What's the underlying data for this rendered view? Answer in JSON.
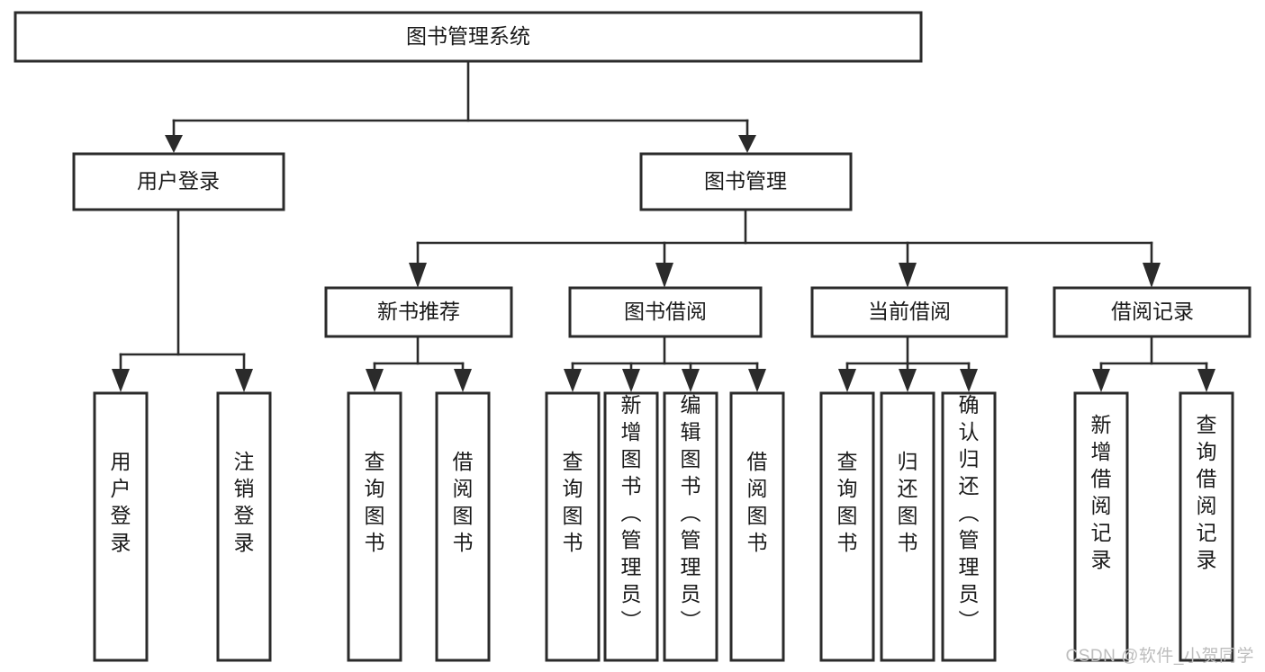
{
  "diagram": {
    "title": "图书管理系统",
    "type": "tree",
    "watermark": "CSDN @软件_小贺同学",
    "colors": {
      "box_stroke": "#2b2b2b",
      "box_fill": "#ffffff",
      "connector": "#2b2b2b",
      "text": "#1a1a1a",
      "background": "#ffffff",
      "watermark": "#bdbdbd"
    },
    "nodes": {
      "root": {
        "label": "图书管理系统"
      },
      "level2": [
        {
          "id": "user-login",
          "label": "用户登录"
        },
        {
          "id": "book-management",
          "label": "图书管理"
        }
      ],
      "level3": [
        {
          "id": "new-book-recommend",
          "label": "新书推荐"
        },
        {
          "id": "book-borrow",
          "label": "图书借阅"
        },
        {
          "id": "current-borrow",
          "label": "当前借阅"
        },
        {
          "id": "borrow-record",
          "label": "借阅记录"
        }
      ],
      "leaves": {
        "user_login": [
          {
            "id": "leaf-user-login",
            "label": "用户登录"
          },
          {
            "id": "leaf-logout-login",
            "label": "注销登录"
          }
        ],
        "new_book_recommend": [
          {
            "id": "leaf-query-book-1",
            "label": "查询图书"
          },
          {
            "id": "leaf-borrow-book-1",
            "label": "借阅图书"
          }
        ],
        "book_borrow": [
          {
            "id": "leaf-query-book-2",
            "label": "查询图书"
          },
          {
            "id": "leaf-add-book",
            "label": "新增图书（管理员）"
          },
          {
            "id": "leaf-edit-book",
            "label": "编辑图书（管理员）"
          },
          {
            "id": "leaf-borrow-book-2",
            "label": "借阅图书"
          }
        ],
        "current_borrow": [
          {
            "id": "leaf-query-book-3",
            "label": "查询图书"
          },
          {
            "id": "leaf-return-book",
            "label": "归还图书"
          },
          {
            "id": "leaf-confirm-return",
            "label": "确认归还（管理员）"
          }
        ],
        "borrow_record": [
          {
            "id": "leaf-add-borrow-record",
            "label": "新增借阅记录"
          },
          {
            "id": "leaf-query-borrow-record",
            "label": "查询借阅记录"
          }
        ]
      }
    }
  }
}
